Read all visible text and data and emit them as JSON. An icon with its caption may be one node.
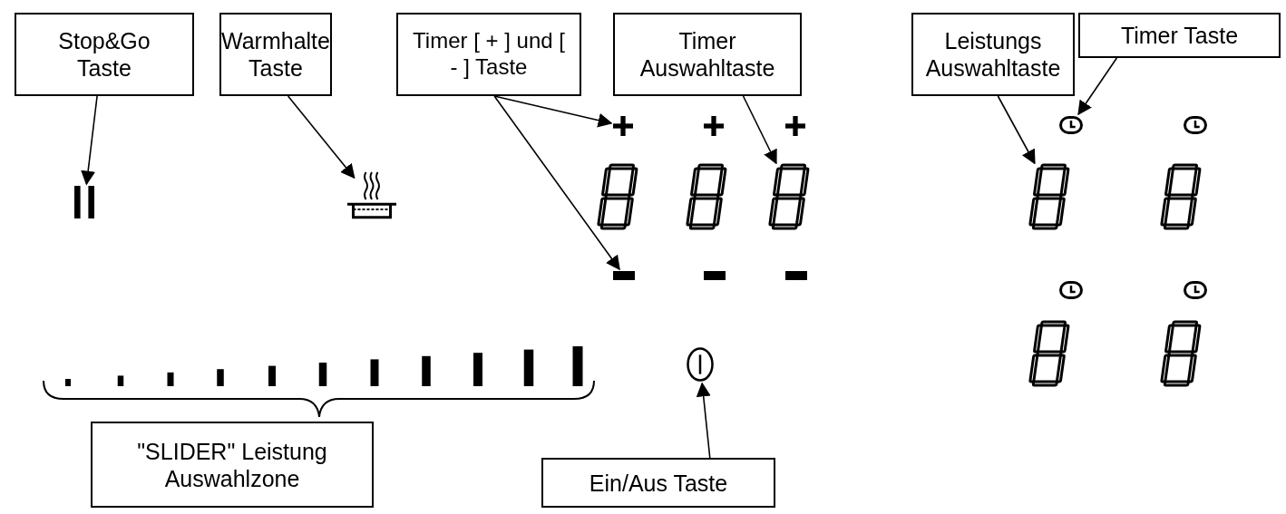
{
  "diagram": {
    "nodes": [
      {
        "text": [
          "Stop&Go Taste"
        ]
      },
      {
        "text": [
          "Warmhalte Taste"
        ]
      },
      {
        "text": [
          "Timer [ + ] und [ - ] Taste"
        ]
      },
      {
        "text": [
          "Timer Auswahltaste"
        ]
      },
      {
        "text": [
          "Leistungs Auswahltaste"
        ]
      },
      {
        "text": [
          "Timer Taste"
        ]
      },
      {
        "text": [
          "\"SLIDER\" Leistung Auswahlzone"
        ]
      },
      {
        "text": [
          "Ein/Aus Taste"
        ]
      },
      {
        "text": [],
        "shape": "bars"
      },
      {
        "text": [],
        "shape": "pot"
      },
      {
        "text": [],
        "shape": "plus"
      },
      {
        "text": [],
        "shape": "minus"
      },
      {
        "text": [],
        "shape": "digit"
      },
      {
        "text": [],
        "shape": "digit"
      },
      {
        "text": [],
        "shape": "clock"
      },
      {
        "text": [],
        "shape": "power"
      }
    ],
    "edges": [
      {
        "from": 0,
        "to": 8,
        "arrow": "to"
      },
      {
        "from": 1,
        "to": 9,
        "arrow": "to"
      },
      {
        "from": 2,
        "to": 10,
        "arrow": "to"
      },
      {
        "from": 2,
        "to": 11,
        "arrow": "to"
      },
      {
        "from": 3,
        "to": 12,
        "arrow": "to"
      },
      {
        "from": 4,
        "to": 13,
        "arrow": "to"
      },
      {
        "from": 5,
        "to": 14,
        "arrow": "to"
      },
      {
        "from": 7,
        "to": 15,
        "arrow": "to"
      }
    ]
  }
}
